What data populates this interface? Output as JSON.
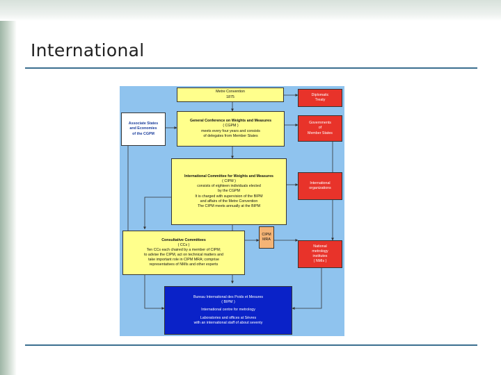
{
  "slide": {
    "title": "International"
  },
  "diagram": {
    "metre_convention": [
      "Metre Convention",
      "1875"
    ],
    "diplomatic_treaty": [
      "Diplomatic",
      "Treaty"
    ],
    "associate_states": [
      "Associate States",
      "and Economies",
      "of the CGPM"
    ],
    "cgpm": [
      "General Conference on Weights and Measures",
      "( CGPM )",
      "meets every four years and consists",
      "of delegates from Member States"
    ],
    "governments": [
      "Governments",
      "of",
      "Member States"
    ],
    "cipm": [
      "International Committee for Weights and Measures",
      "( CIPM )",
      "consists of eighteen individuals elected",
      "by the CGPM",
      "It is charged with supervision of the BIPM",
      "and affairs of the Metre Convention",
      "The CIPM meets annually at the BIPM"
    ],
    "international_organizations": [
      "International",
      "organizations"
    ],
    "consultative_committees": [
      "Consultative Committees",
      "( CCs )",
      "Ten CCs each chaired by a member of CIPM;",
      "to advise the CIPM, act on technical matters and",
      "take important role in CIPM MRA; comprise",
      "representatives of NMIs and other experts"
    ],
    "cipm_mra": [
      "CIPM",
      "MRA"
    ],
    "nmis": [
      "National",
      "metrology",
      "institutes",
      "( NMIs )"
    ],
    "bipm": [
      "Bureau International des Poids et Mesures",
      "( BIPM )",
      "International centre for metrology",
      "Laboratories and offices at Sèvres",
      "with an international staff of about seventy"
    ]
  },
  "colors": {
    "chart_bg": "#8fc3ee",
    "yellow": "#ffff8c",
    "red": "#e8332a",
    "blue": "#0a22c8",
    "orange": "#f4b476",
    "rule": "#3a6e8f"
  }
}
